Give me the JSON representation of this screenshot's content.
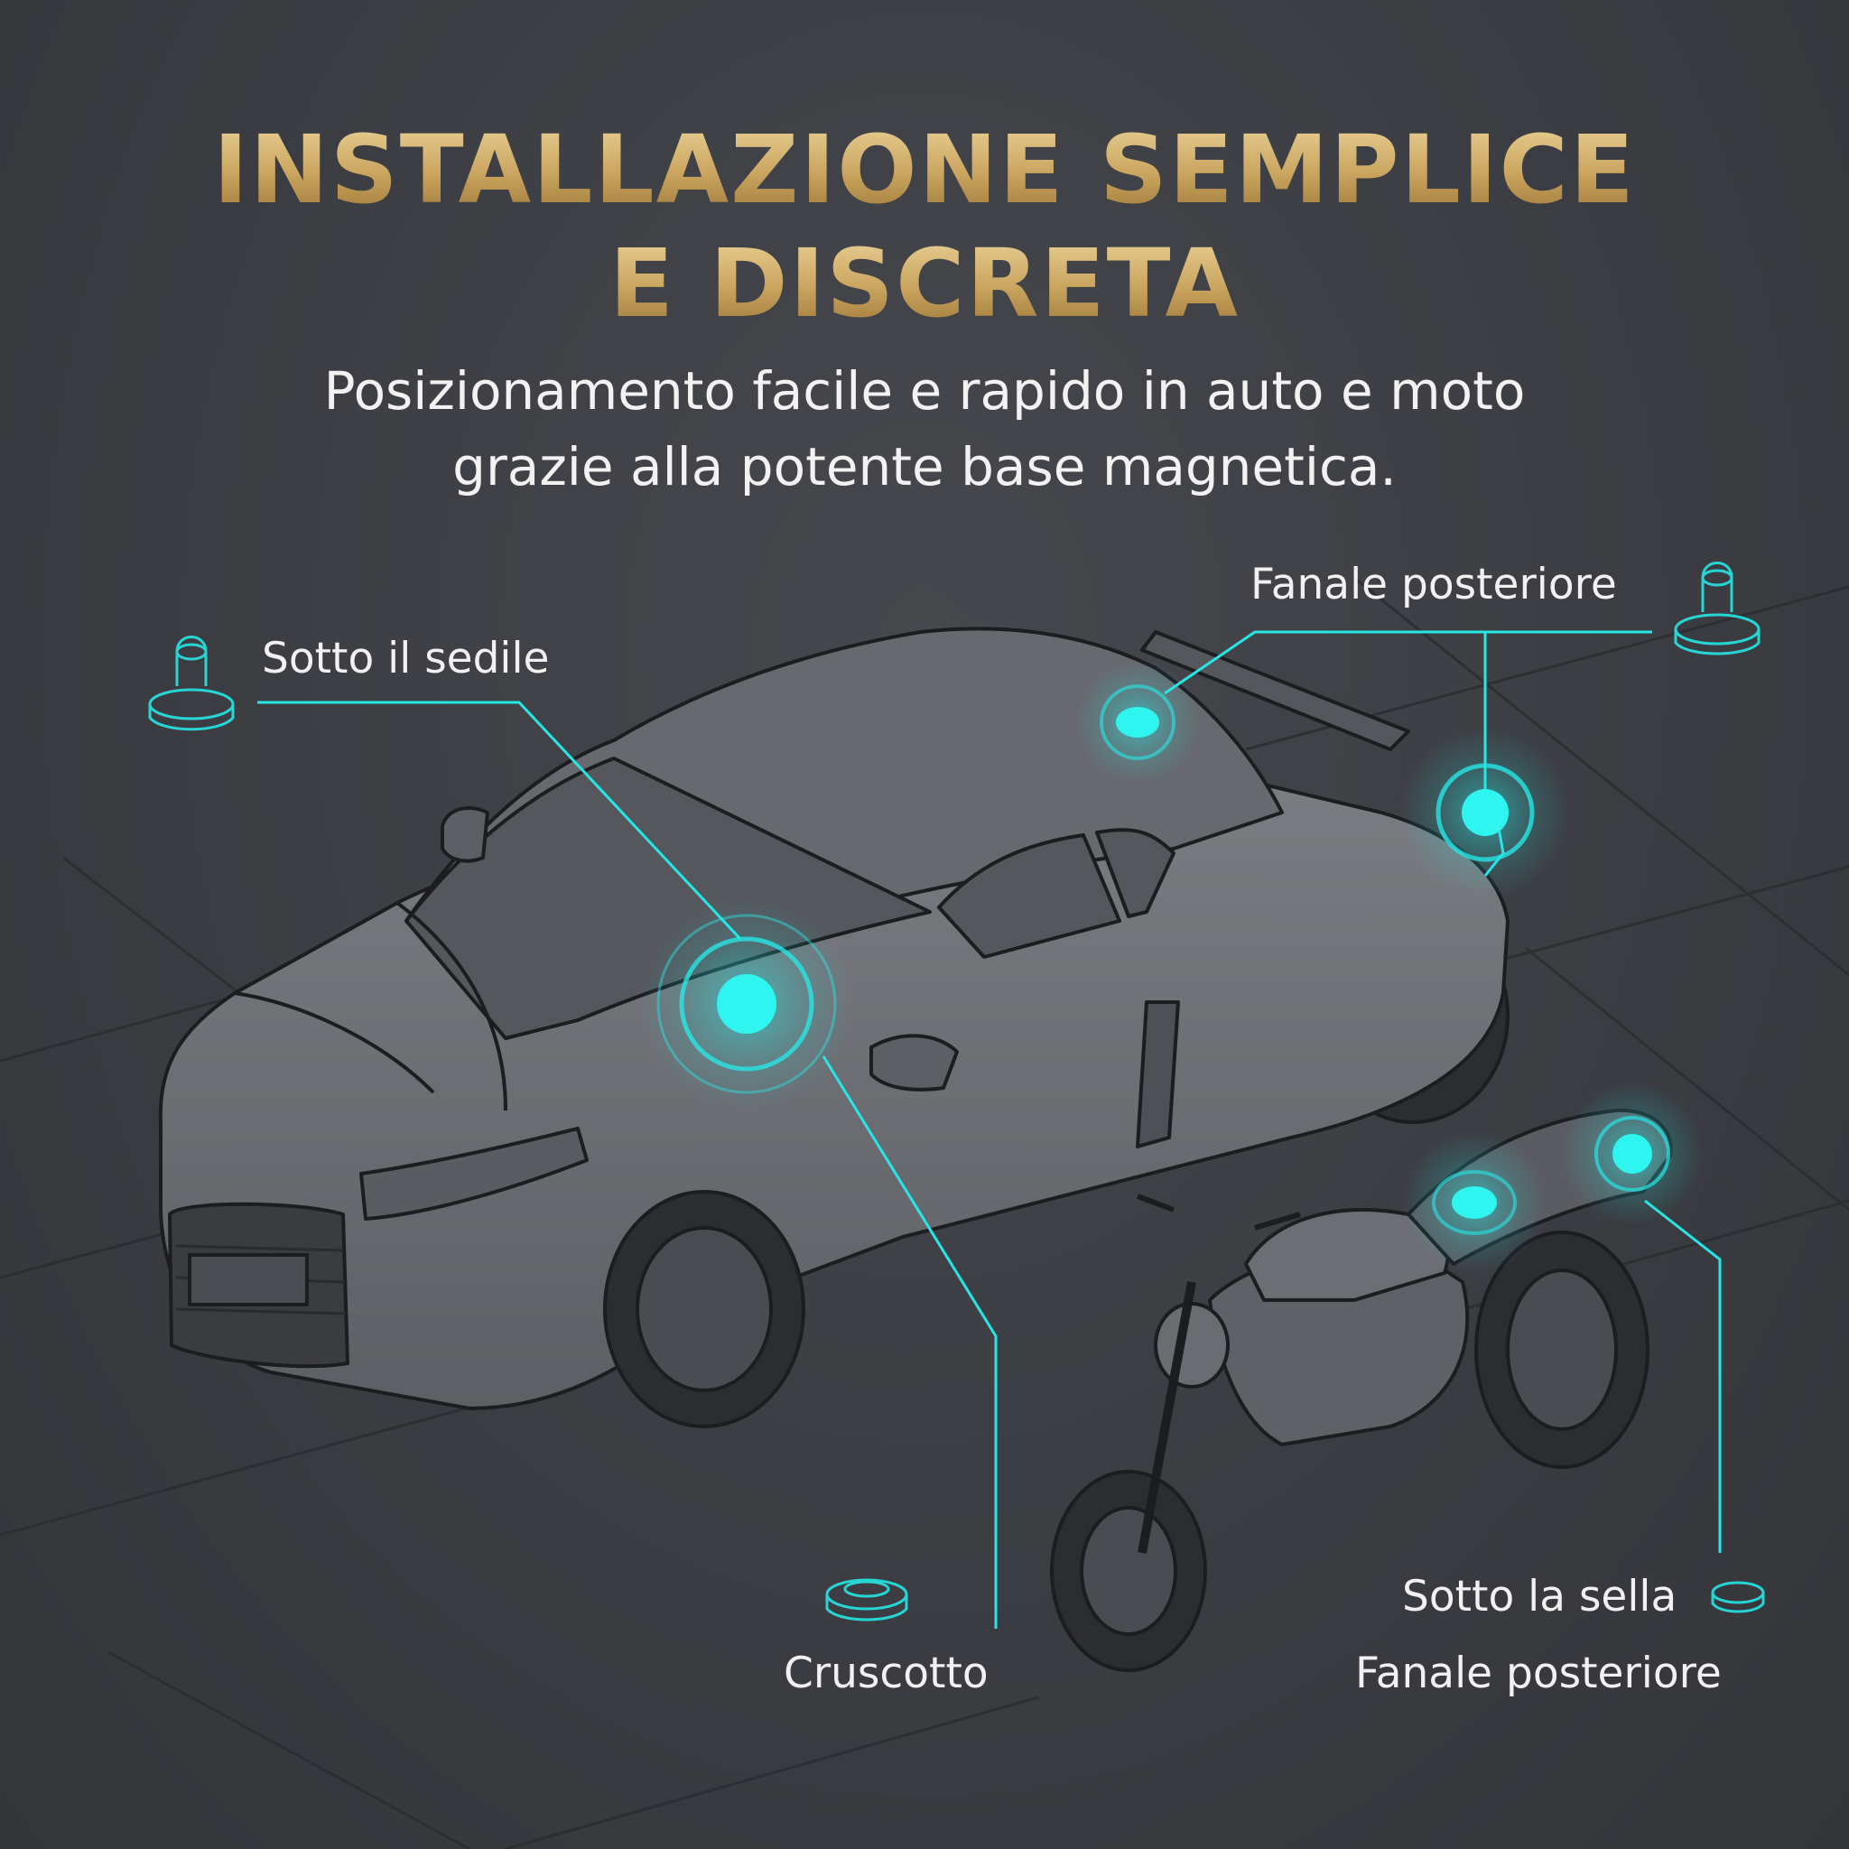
{
  "headline": {
    "line1": "INSTALLAZIONE SEMPLICE",
    "line2": "E DISCRETA"
  },
  "subheadline": {
    "line1": "Posizionamento facile e rapido in auto e moto",
    "line2": "grazie alla potente base magnetica."
  },
  "callouts": {
    "seat": "Sotto il sedile",
    "taillight_car": "Fanale posteriore",
    "dashboard": "Cruscotto",
    "saddle": "Sotto la sella",
    "taillight_moto": "Fanale posteriore"
  },
  "colors": {
    "background": "#3a3c41",
    "gold": "#c9a45e",
    "accent_cyan": "#27e6e6",
    "vehicle_fill": "#6e7075",
    "outline": "#1c1d20"
  },
  "icons": [
    "magnetic-mount-icon",
    "magnetic-puck-icon",
    "tracker-dot-icon"
  ]
}
